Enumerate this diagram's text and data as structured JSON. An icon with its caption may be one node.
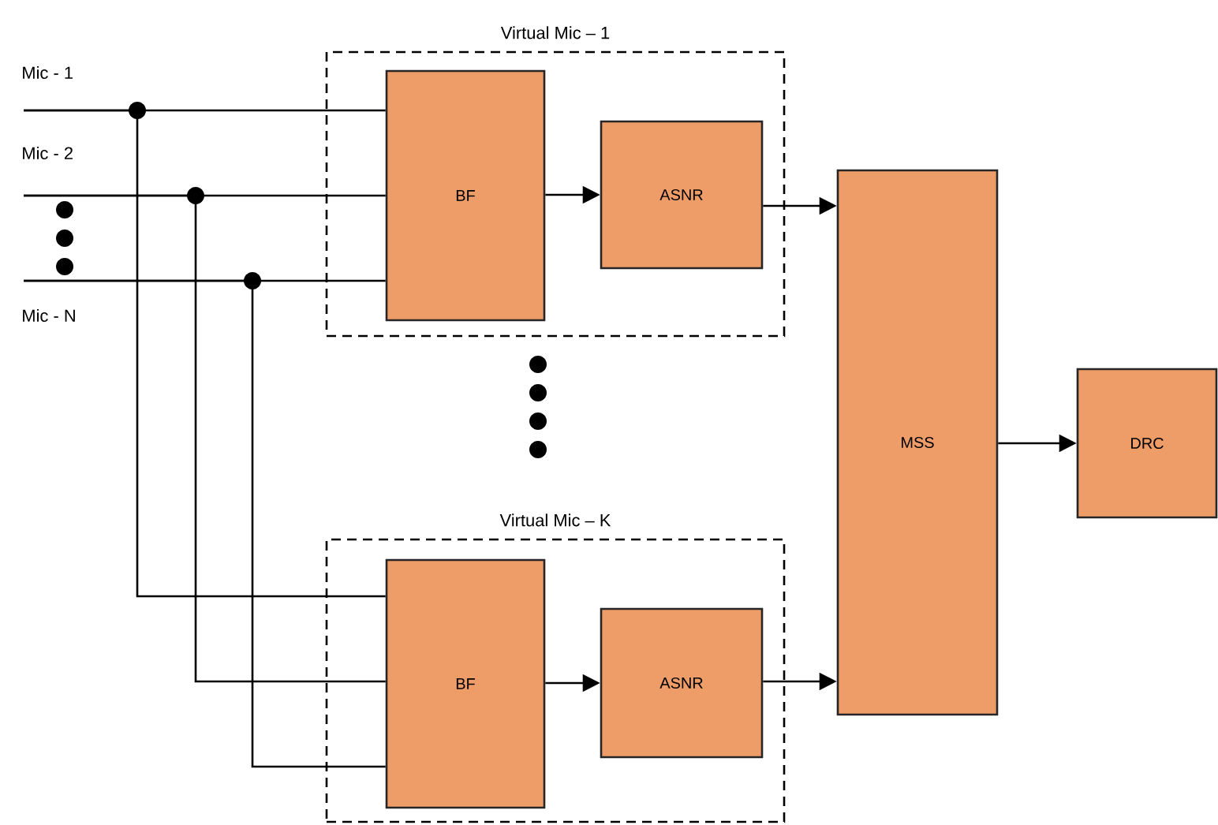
{
  "diagram": {
    "nodes": [
      {
        "text": [
          "Mic - 1"
        ]
      },
      {
        "text": [
          "Mic - 2"
        ]
      },
      {
        "text": [
          "Mic - N"
        ]
      },
      {
        "text": [
          "Virtual Mic – 1"
        ]
      },
      {
        "text": [
          "BF"
        ],
        "in": 3
      },
      {
        "text": [
          "ASNR"
        ],
        "in": 3
      },
      {
        "text": [
          "Virtual Mic – K"
        ]
      },
      {
        "text": [
          "BF"
        ],
        "in": 6
      },
      {
        "text": [
          "ASNR"
        ],
        "in": 6
      },
      {
        "text": [
          "MSS"
        ]
      },
      {
        "text": [
          "DRC"
        ]
      }
    ],
    "edges": [
      {
        "from": 0,
        "to": 4,
        "arrow": "none"
      },
      {
        "from": 0,
        "to": 7,
        "arrow": "none"
      },
      {
        "from": 1,
        "to": 4,
        "arrow": "none"
      },
      {
        "from": 1,
        "to": 7,
        "arrow": "none"
      },
      {
        "from": 2,
        "to": 4,
        "arrow": "none"
      },
      {
        "from": 2,
        "to": 7,
        "arrow": "none"
      },
      {
        "from": 4,
        "to": 5,
        "arrow": "to"
      },
      {
        "from": 5,
        "to": 9,
        "arrow": "to"
      },
      {
        "from": 7,
        "to": 8,
        "arrow": "to"
      },
      {
        "from": 8,
        "to": 9,
        "arrow": "to"
      },
      {
        "from": 9,
        "to": 10,
        "arrow": "to"
      }
    ]
  }
}
